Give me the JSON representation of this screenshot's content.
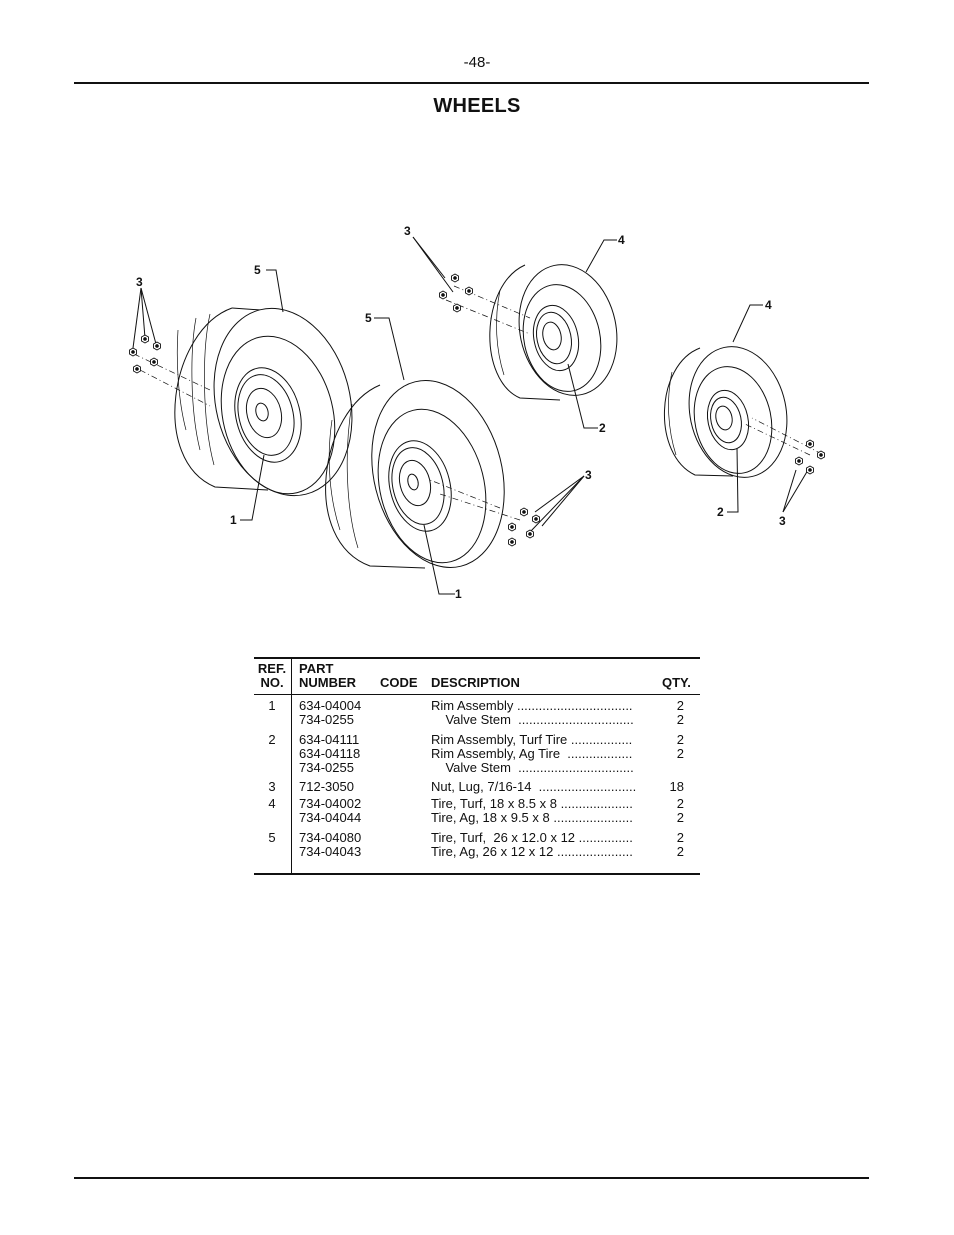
{
  "page": {
    "number": "-48-",
    "title": "WHEELS"
  },
  "callouts": [
    {
      "label": "3"
    },
    {
      "label": "5"
    },
    {
      "label": "1"
    },
    {
      "label": "5"
    },
    {
      "label": "1"
    },
    {
      "label": "3"
    },
    {
      "label": "3"
    },
    {
      "label": "4"
    },
    {
      "label": "2"
    },
    {
      "label": "4"
    },
    {
      "label": "2"
    },
    {
      "label": "3"
    }
  ],
  "parts_table": {
    "headers": {
      "ref_line1": "REF.",
      "ref_line2": "NO.",
      "part_line1": "PART",
      "part_line2": "NUMBER",
      "code": "CODE",
      "description": "DESCRIPTION",
      "qty": "QTY."
    },
    "rows": [
      {
        "ref": "1",
        "part": "634-04004",
        "desc": "Rim Assembly ................................",
        "qty": "2"
      },
      {
        "ref": "",
        "part": "734-0255",
        "desc": "    Valve Stem  ................................",
        "qty": "2"
      },
      {
        "ref": "2",
        "part": "634-04111",
        "desc": "Rim Assembly, Turf Tire .................",
        "qty": "2"
      },
      {
        "ref": "",
        "part": "634-04118",
        "desc": "Rim Assembly, Ag Tire  ..................",
        "qty": "2"
      },
      {
        "ref": "",
        "part": "734-0255",
        "desc": "    Valve Stem  ................................",
        "qty": ""
      },
      {
        "ref": "3",
        "part": "712-3050",
        "desc": "Nut, Lug, 7/16-14  ...........................",
        "qty": "18"
      },
      {
        "ref": "4",
        "part": "734-04002",
        "desc": "Tire, Turf, 18 x 8.5 x 8 ....................",
        "qty": "2"
      },
      {
        "ref": "",
        "part": "734-04044",
        "desc": "Tire, Ag, 18 x 9.5 x 8 ......................",
        "qty": "2"
      },
      {
        "ref": "5",
        "part": "734-04080",
        "desc": "Tire, Turf,  26 x 12.0 x 12 ...............",
        "qty": "2"
      },
      {
        "ref": "",
        "part": "734-04043",
        "desc": "Tire, Ag, 26 x 12 x 12 .....................",
        "qty": "2"
      }
    ]
  }
}
